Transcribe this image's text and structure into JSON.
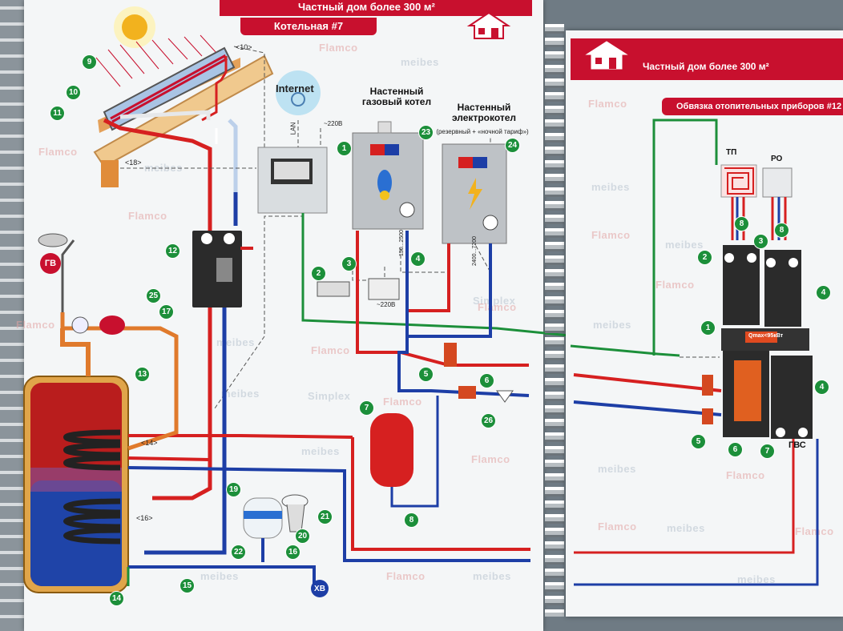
{
  "left_page": {
    "header_title": "Частный дом более 300 м²",
    "subheader": "Котельная #7",
    "internet_label": "Internet",
    "lan_label": "LAN",
    "power_220_top": "~220В",
    "power_220_bottom": "~220В",
    "wall_boiler_label": "Настенный газовый котел",
    "electric_boiler_title": "Настенный электрокотел",
    "electric_boiler_note": "(резервный + «ночной тариф»)",
    "hot_water_badge": "ГВ",
    "cold_water_badge": "ХВ",
    "range_a": "150...2500",
    "range_b": "2400...7200",
    "refs": [
      "<10>",
      "<18>",
      "<14>",
      "<16>"
    ],
    "components": [
      "1",
      "2",
      "3",
      "4",
      "5",
      "6",
      "7",
      "8",
      "9",
      "10",
      "11",
      "12",
      "13",
      "14",
      "15",
      "16",
      "17",
      "19",
      "20",
      "21",
      "22",
      "23",
      "24",
      "25",
      "26"
    ]
  },
  "right_page": {
    "header_title": "Частный дом более 300 м²",
    "subheader": "Обвязка отопительных приборов #12",
    "label_tp": "ТП",
    "label_ro": "РО",
    "label_gvs": "ГВС",
    "manifold_label": "Qmax<95кВт",
    "components": [
      "1",
      "2",
      "3",
      "4",
      "4",
      "5",
      "6",
      "7",
      "8",
      "8"
    ]
  },
  "watermarks": [
    "Flamco",
    "meibes",
    "Simplex"
  ],
  "colors": {
    "brand_red": "#c8102e",
    "pipe_red": "#d62020",
    "pipe_blue": "#1d3ea6",
    "pipe_green": "#1c8f3a",
    "badge_green": "#1c8f3a",
    "pipe_orange": "#e07a2c"
  }
}
